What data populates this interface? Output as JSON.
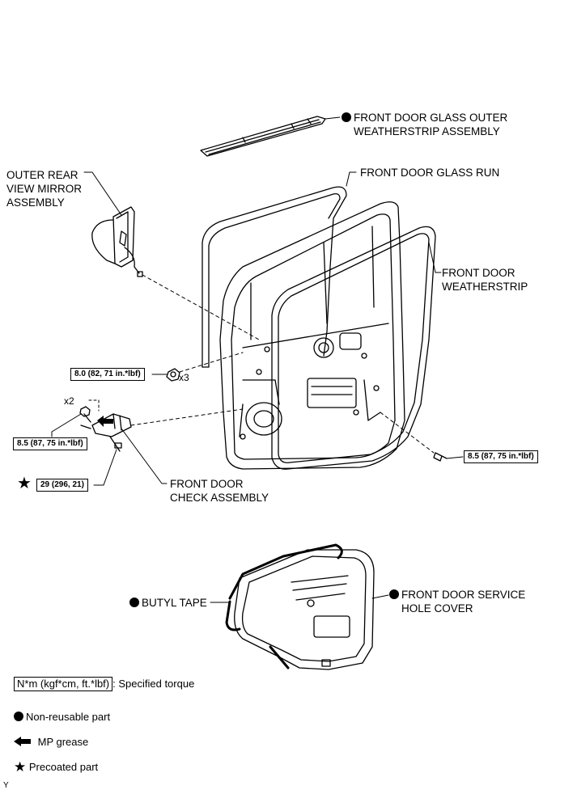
{
  "parts": {
    "outer_weatherstrip": [
      "FRONT DOOR GLASS OUTER",
      "WEATHERSTRIP ASSEMBLY"
    ],
    "glass_run": [
      "FRONT DOOR GLASS RUN"
    ],
    "mirror": [
      "OUTER REAR",
      "VIEW MIRROR",
      "ASSEMBLY"
    ],
    "door_weatherstrip": [
      "FRONT DOOR",
      "WEATHERSTRIP"
    ],
    "door_check": [
      "FRONT DOOR",
      "CHECK ASSEMBLY"
    ],
    "butyl_tape": [
      "BUTYL TAPE"
    ],
    "service_cover": [
      "FRONT DOOR SERVICE",
      "HOLE COVER"
    ]
  },
  "torques": {
    "mirror_nut": "8.0 (82, 71 in.*lbf)",
    "check_nut": "8.5 (87, 75 in.*lbf)",
    "check_bolt": "29 (296, 21)",
    "door_bolt": "8.5 (87, 75 in.*lbf)"
  },
  "quantities": {
    "mirror_nuts": "x3",
    "check_nuts": "x2"
  },
  "legend": {
    "torque_sample": "N*m (kgf*cm, ft.*lbf)",
    "torque_desc": ": Specified torque",
    "non_reusable": "Non-reusable part",
    "grease": "MP grease",
    "precoated": "Precoated part"
  },
  "corner_mark": "Y"
}
